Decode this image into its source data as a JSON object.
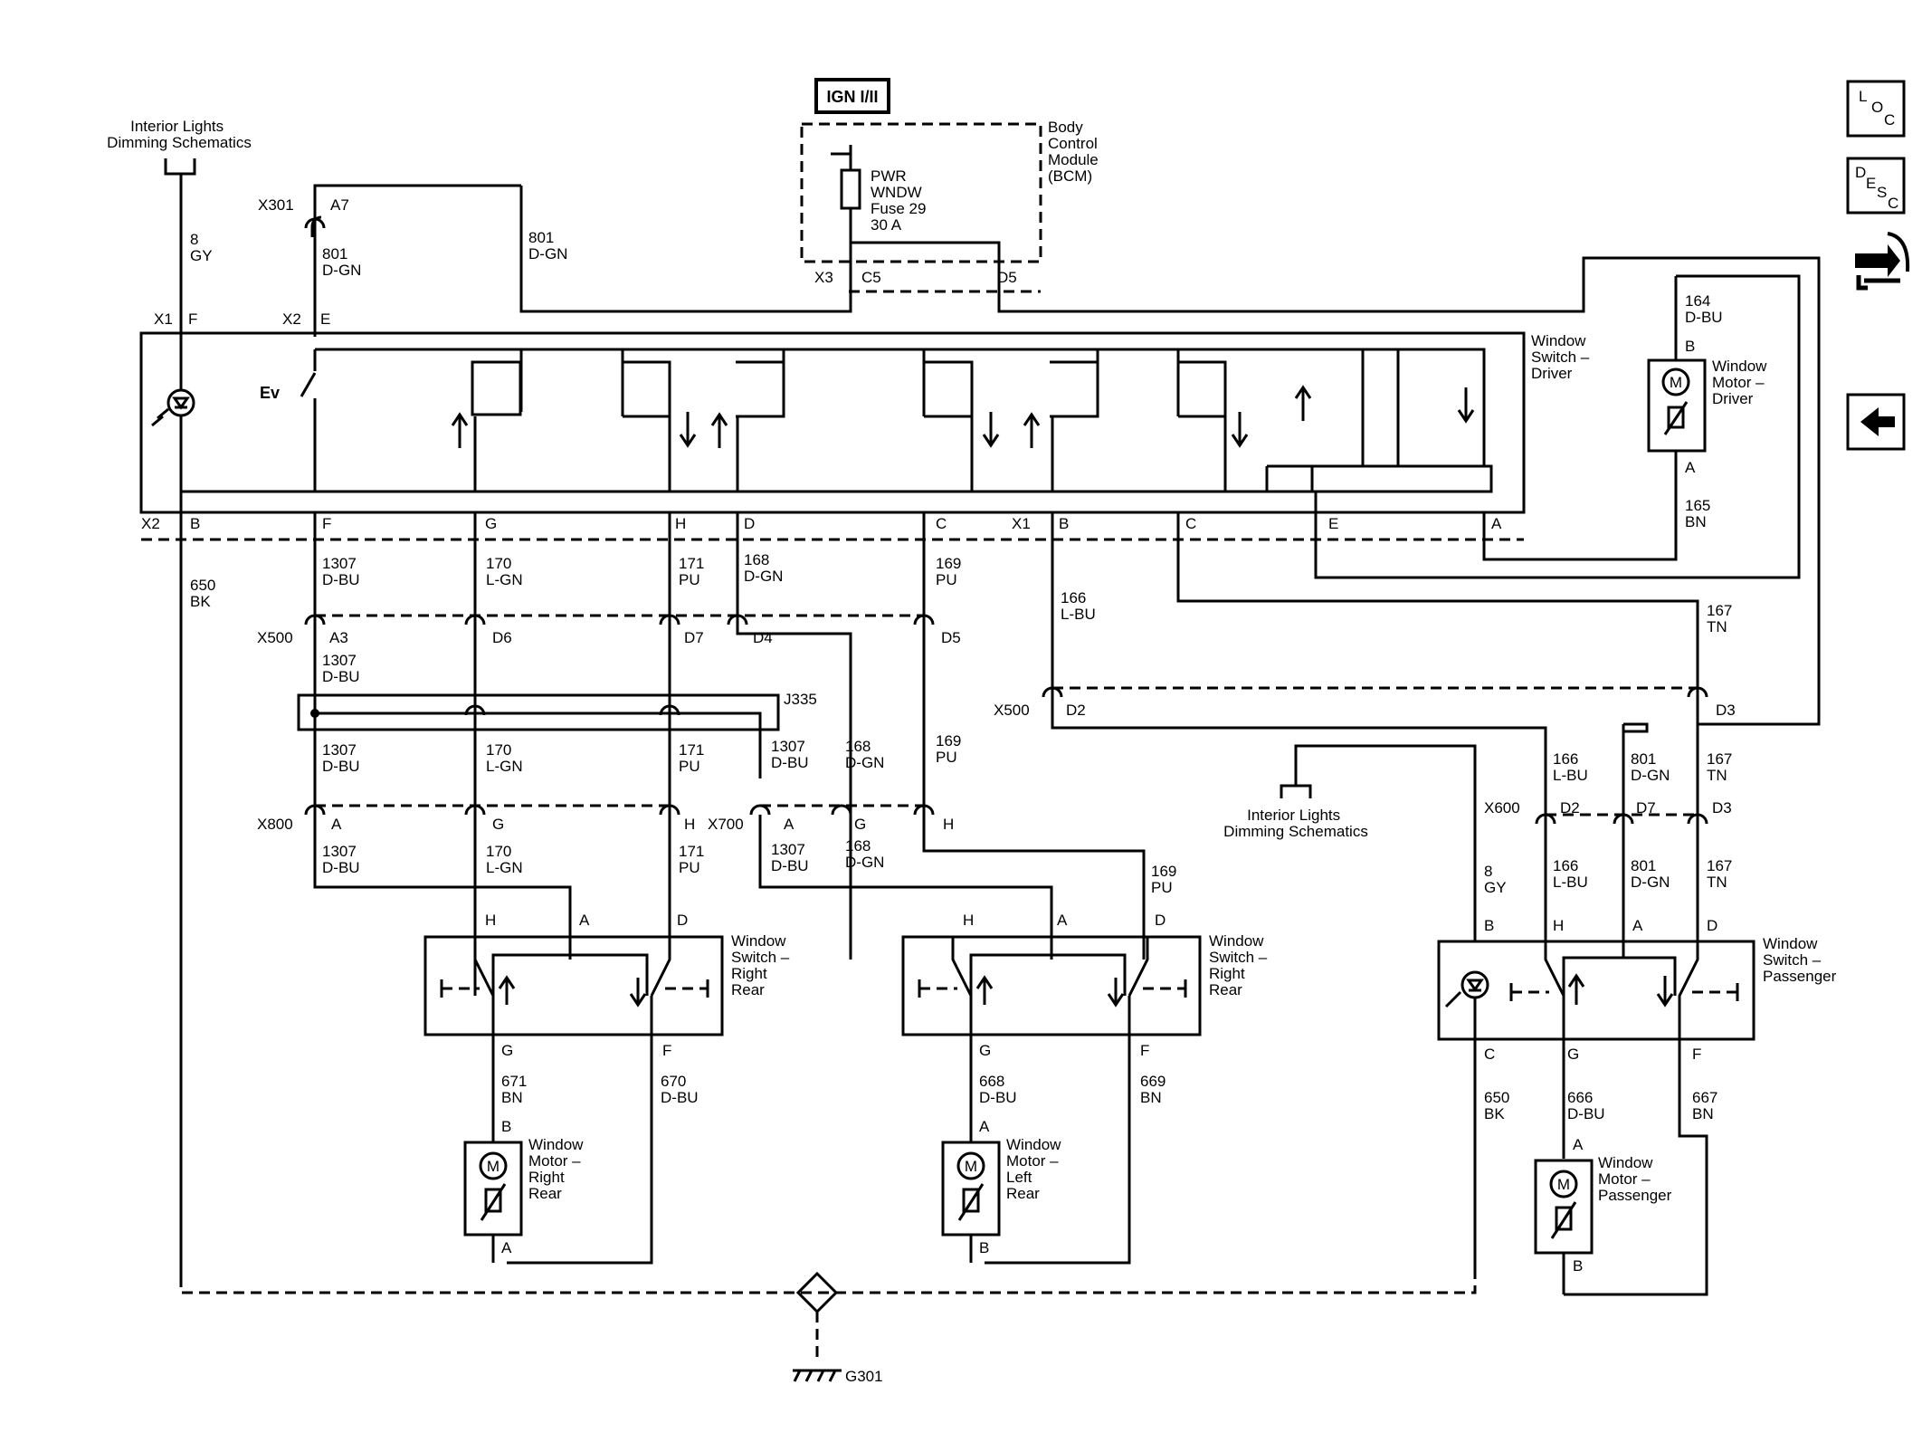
{
  "power": {
    "ign_label": "IGN I/II",
    "bcm_label": [
      "Body",
      "Control",
      "Module",
      "(BCM)"
    ],
    "fuse_label": [
      "PWR",
      "WNDW",
      "Fuse 29",
      "30 A"
    ],
    "bcm_conn_x3": "X3",
    "bcm_pin_c5": "C5",
    "bcm_pin_d5": "D5"
  },
  "ref_top": [
    "Interior Lights",
    "Dimming Schematics"
  ],
  "ref_mid": [
    "Interior Lights",
    "Dimming Schematics"
  ],
  "driver_switch": {
    "label": [
      "Window",
      "Switch –",
      "Driver"
    ],
    "x1_top": "X1",
    "f_top": "F",
    "x2_top": "X2",
    "e_top": "E",
    "x2_bottom": "X2",
    "x1_bottom": "X1",
    "pins_bottom": [
      "B",
      "F",
      "G",
      "H",
      "D",
      "C",
      "B",
      "C",
      "E",
      "A"
    ]
  },
  "x301": {
    "conn": "X301",
    "pin": "A7"
  },
  "driver_motor": {
    "label": [
      "Window",
      "Motor –",
      "Driver"
    ],
    "pin_top": "B",
    "pin_bottom": "A"
  },
  "wires": {
    "w8gy": [
      "8",
      "GY"
    ],
    "w801a": [
      "801",
      "D-GN"
    ],
    "w801b": [
      "801",
      "D-GN"
    ],
    "w164": [
      "164",
      "D-BU"
    ],
    "w165": [
      "165",
      "BN"
    ],
    "w650": [
      "650",
      "BK"
    ],
    "w1307a": [
      "1307",
      "D-BU"
    ],
    "w170a": [
      "170",
      "L-GN"
    ],
    "w171a": [
      "171",
      "PU"
    ],
    "w168a": [
      "168",
      "D-GN"
    ],
    "w169a": [
      "169",
      "PU"
    ],
    "w166a": [
      "166",
      "L-BU"
    ],
    "w167a": [
      "167",
      "TN"
    ],
    "w1307b": [
      "1307",
      "D-BU"
    ],
    "w1307c": [
      "1307",
      "D-BU"
    ],
    "w170b": [
      "170",
      "L-GN"
    ],
    "w171b": [
      "171",
      "PU"
    ],
    "w1307d": [
      "1307",
      "D-BU"
    ],
    "w168b": [
      "168",
      "D-GN"
    ],
    "w169b": [
      "169",
      "PU"
    ],
    "w1307e": [
      "1307",
      "D-BU"
    ],
    "w170c": [
      "170",
      "L-GN"
    ],
    "w171c": [
      "171",
      "PU"
    ],
    "w1307f": [
      "1307",
      "D-BU"
    ],
    "w168c": [
      "168",
      "D-GN"
    ],
    "w169c": [
      "169",
      "PU"
    ],
    "w166b": [
      "166",
      "L-BU"
    ],
    "w801c": [
      "801",
      "D-GN"
    ],
    "w167b": [
      "167",
      "TN"
    ],
    "w166c": [
      "166",
      "L-BU"
    ],
    "w801d": [
      "801",
      "D-GN"
    ],
    "w167c": [
      "167",
      "TN"
    ],
    "w8gy2": [
      "8",
      "GY"
    ],
    "w671": [
      "671",
      "BN"
    ],
    "w670": [
      "670",
      "D-BU"
    ],
    "w668": [
      "668",
      "D-BU"
    ],
    "w669": [
      "669",
      "BN"
    ],
    "w650b": [
      "650",
      "BK"
    ],
    "w666": [
      "666",
      "D-BU"
    ],
    "w667": [
      "667",
      "BN"
    ]
  },
  "x500": {
    "conn": "X500",
    "pins": [
      "A3",
      "D6",
      "D7",
      "D4",
      "D5"
    ]
  },
  "x500b": {
    "conn": "X500",
    "pins": [
      "D2",
      "D3"
    ]
  },
  "j335": "J335",
  "x800": {
    "conn": "X800",
    "pins": [
      "A",
      "G",
      "H"
    ]
  },
  "x700": {
    "conn": "X700",
    "pins": [
      "A",
      "G",
      "H"
    ]
  },
  "x600": {
    "conn": "X600",
    "pins": [
      "D2",
      "D7",
      "D3"
    ]
  },
  "sw_rr": {
    "label": [
      "Window",
      "Switch –",
      "Right",
      "Rear"
    ],
    "pins": [
      "H",
      "A",
      "D",
      "G",
      "F"
    ]
  },
  "sw_lr": {
    "label": [
      "Window",
      "Switch –",
      "Right",
      "Rear"
    ],
    "pins": [
      "H",
      "A",
      "D",
      "G",
      "F"
    ]
  },
  "sw_pass": {
    "label": [
      "Window",
      "Switch –",
      "Passenger"
    ],
    "pins": [
      "B",
      "H",
      "A",
      "D",
      "C",
      "G",
      "F"
    ]
  },
  "mot_rr": {
    "label": [
      "Window",
      "Motor –",
      "Right",
      "Rear"
    ],
    "pin_top": "B",
    "pin_bottom": "A"
  },
  "mot_lr": {
    "label": [
      "Window",
      "Motor –",
      "Left",
      "Rear"
    ],
    "pin_top": "A",
    "pin_bottom": "B"
  },
  "mot_pass": {
    "label": [
      "Window",
      "Motor –",
      "Passenger"
    ],
    "pin_top": "A",
    "pin_bottom": "B"
  },
  "ground": "G301",
  "nav": {
    "loc": [
      "L",
      "O",
      "C"
    ],
    "desc": [
      "D",
      "E",
      "S",
      "C"
    ]
  }
}
